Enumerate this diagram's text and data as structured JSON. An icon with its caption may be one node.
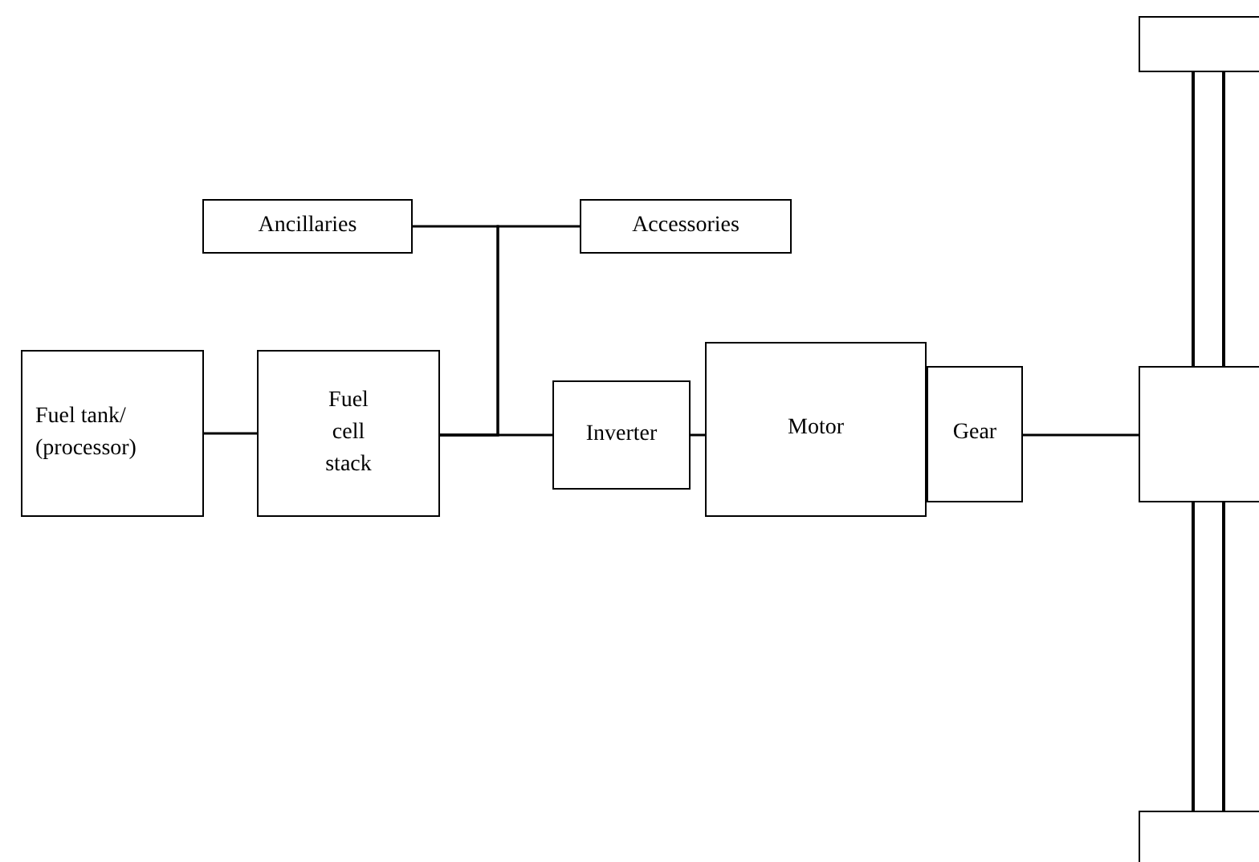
{
  "diagram": {
    "nodes": [
      {
        "text": [],
        "shape": "box"
      },
      {
        "text": [
          "Ancillaries"
        ]
      },
      {
        "text": [
          "Accessories"
        ]
      },
      {
        "text": [
          "Fuel tank/ (processor)"
        ]
      },
      {
        "text": [
          "Fuel cell stack"
        ]
      },
      {
        "text": [
          "Inverter"
        ]
      },
      {
        "text": [
          "Motor"
        ]
      },
      {
        "text": [
          "Gear"
        ]
      },
      {
        "text": [],
        "shape": "box"
      },
      {
        "text": [],
        "shape": "box"
      }
    ],
    "edges": [
      {
        "from": 3,
        "to": 4,
        "arrow": "none"
      },
      {
        "from": 4,
        "to": 5,
        "arrow": "none"
      },
      {
        "from": 4,
        "to": 1,
        "arrow": "none"
      },
      {
        "from": 4,
        "to": 2,
        "arrow": "none"
      },
      {
        "from": 5,
        "to": 6,
        "arrow": "none"
      },
      {
        "from": 7,
        "to": 8,
        "arrow": "none"
      },
      {
        "from": 8,
        "to": 0,
        "arrow": "none",
        "style": "thick"
      },
      {
        "from": 8,
        "to": 9,
        "arrow": "none",
        "style": "thick"
      }
    ]
  }
}
